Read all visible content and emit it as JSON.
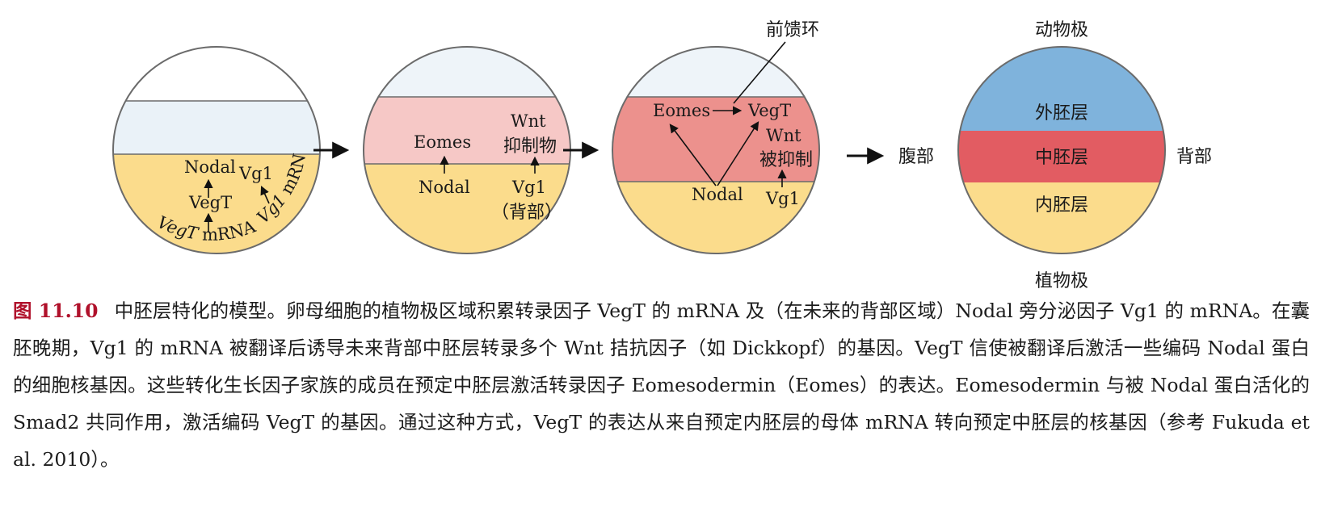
{
  "colors": {
    "yolk": "#fbdc8c",
    "cap": "#eaf2f8",
    "pale_red": "#f6c8c6",
    "mid_red": "#ec918d",
    "mesoderm": "#e25c62",
    "ectoderm": "#7fb3dc",
    "caption_label": "#b0112b"
  },
  "diagram": {
    "panel1": {
      "nodal": "Nodal",
      "vegt": "VegT",
      "vegt_mrna_italic": "VegT",
      "vegt_mrna_rest": " mRNA",
      "vg1": "Vg1",
      "vg1_mrna_italic": "Vg1",
      "vg1_mrna_rest": " mRNA"
    },
    "panel2": {
      "eomes": "Eomes",
      "wnt": "Wnt",
      "wnt_inhibitor": "抑制物",
      "nodal": "Nodal",
      "vg1": "Vg1",
      "dorsal": "（背部）"
    },
    "panel3": {
      "feedforward": "前馈环",
      "eomes": "Eomes",
      "vegt": "VegT",
      "wnt": "Wnt",
      "wnt_inhibited": "被抑制",
      "nodal": "Nodal",
      "vg1": "Vg1"
    },
    "panel4": {
      "animal_pole": "动物极",
      "vegetal_pole": "植物极",
      "ventral": "腹部",
      "dorsal": "背部",
      "ectoderm": "外胚层",
      "mesoderm": "中胚层",
      "endoderm": "内胚层"
    }
  },
  "caption": {
    "label": "图 11.10",
    "text": "中胚层特化的模型。卵母细胞的植物极区域积累转录因子 VegT 的 mRNA 及（在未来的背部区域）Nodal 旁分泌因子 Vg1 的 mRNA。在囊胚晚期，Vg1 的 mRNA 被翻译后诱导未来背部中胚层转录多个 Wnt 拮抗因子（如 Dickkopf）的基因。VegT 信使被翻译后激活一些编码 Nodal 蛋白的细胞核基因。这些转化生长因子家族的成员在预定中胚层激活转录因子 Eomesodermin（Eomes）的表达。Eomesodermin 与被 Nodal 蛋白活化的 Smad2 共同作用，激活编码 VegT 的基因。通过这种方式，VegT 的表达从来自预定内胚层的母体 mRNA 转向预定中胚层的核基因（参考 Fukuda et al. 2010）。"
  }
}
